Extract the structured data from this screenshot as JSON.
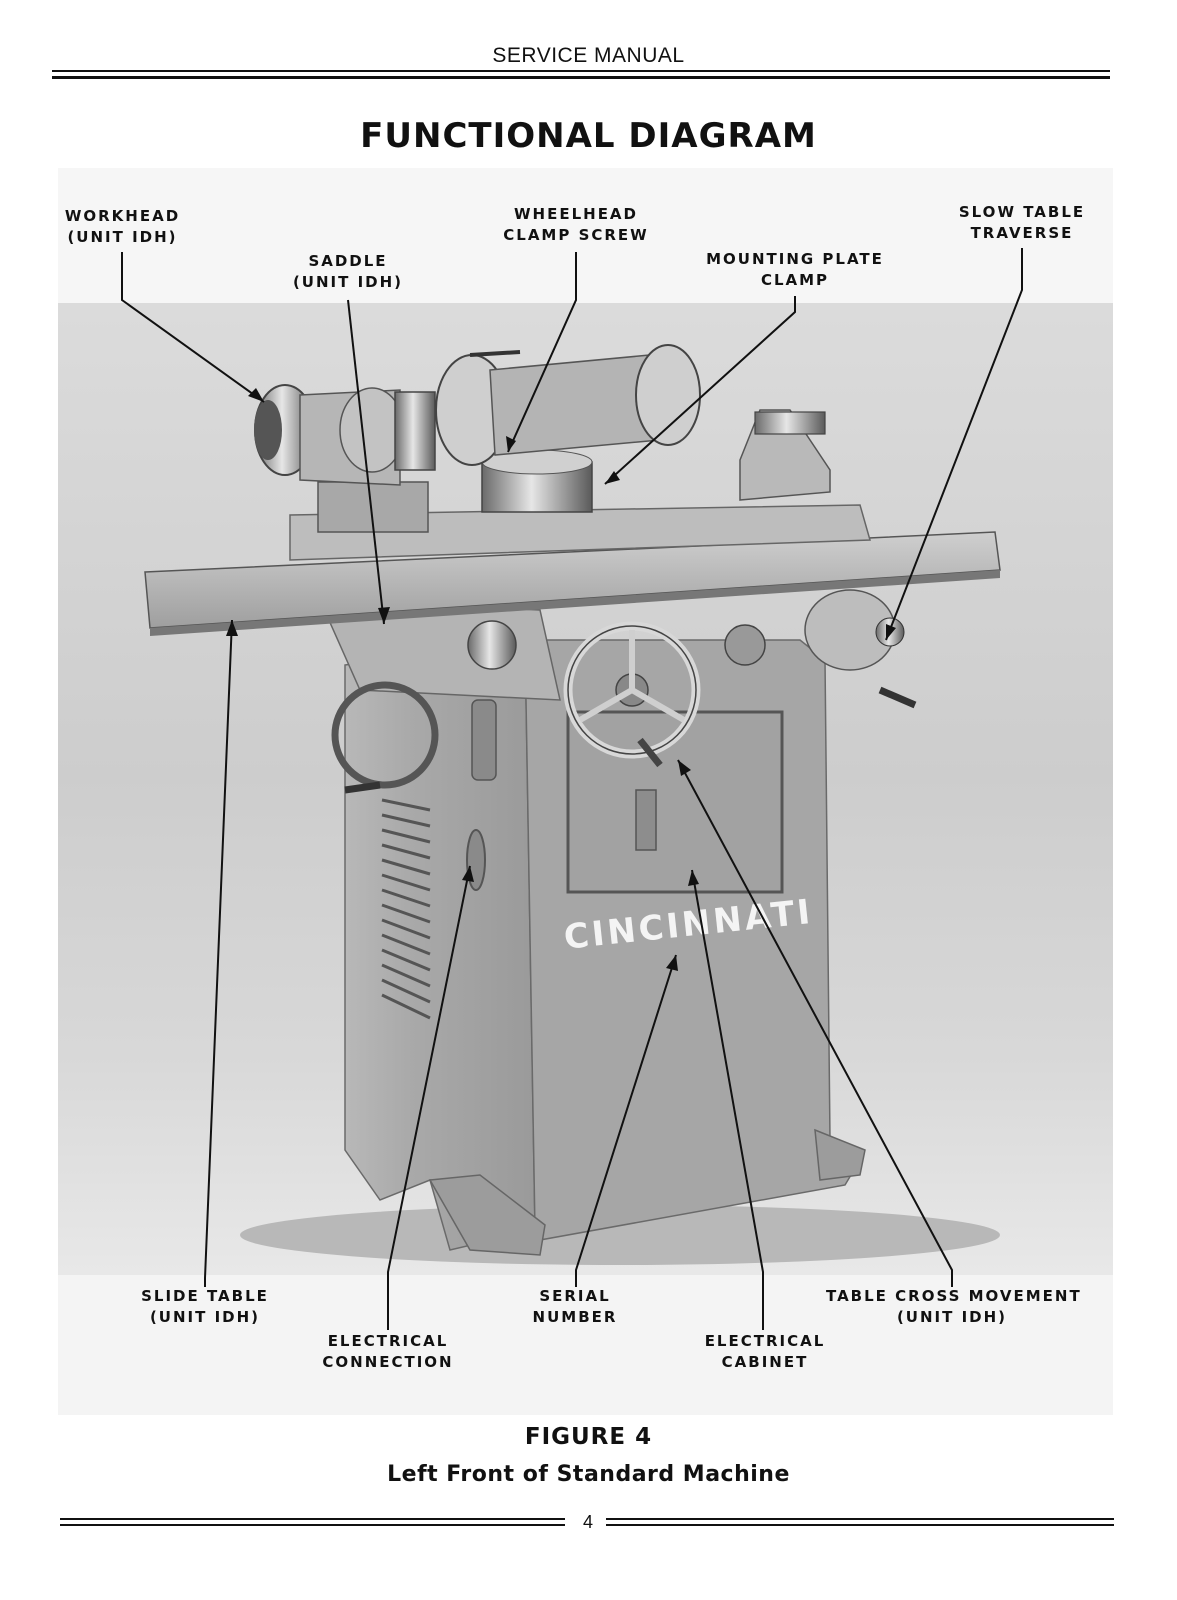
{
  "header": {
    "title": "SERVICE MANUAL"
  },
  "page_title": "FUNCTIONAL DIAGRAM",
  "photo": {
    "brand_text": "CINCINNATI"
  },
  "callouts": {
    "workhead": {
      "line1": "WORKHEAD",
      "line2": "(UNIT IDH)"
    },
    "saddle": {
      "line1": "SADDLE",
      "line2": "(UNIT IDH)"
    },
    "wheelhead_clamp": {
      "line1": "WHEELHEAD",
      "line2": "CLAMP SCREW"
    },
    "mounting_plate": {
      "line1": "MOUNTING PLATE",
      "line2": "CLAMP"
    },
    "slow_table": {
      "line1": "SLOW TABLE",
      "line2": "TRAVERSE"
    },
    "slide_table": {
      "line1": "SLIDE TABLE",
      "line2": "(UNIT IDH)"
    },
    "electrical_connection": {
      "line1": "ELECTRICAL",
      "line2": "CONNECTION"
    },
    "serial_number": {
      "line1": "SERIAL",
      "line2": "NUMBER"
    },
    "electrical_cabinet": {
      "line1": "ELECTRICAL",
      "line2": "CABINET"
    },
    "table_cross": {
      "line1": "TABLE CROSS MOVEMENT",
      "line2": "(UNIT IDH)"
    }
  },
  "figure": {
    "number": "FIGURE 4",
    "caption": "Left Front of Standard Machine"
  },
  "footer": {
    "page_number": "4"
  }
}
